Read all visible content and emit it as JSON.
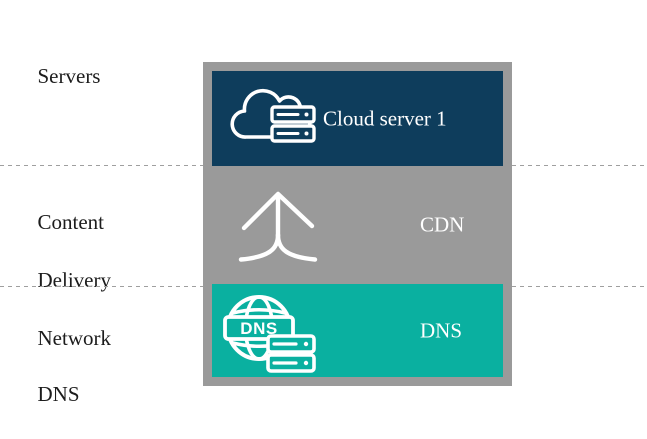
{
  "diagram": {
    "row_labels": [
      {
        "id": "servers",
        "lines": [
          "Servers"
        ]
      },
      {
        "id": "content-delivery-network",
        "lines": [
          "Content",
          "Delivery",
          "Network"
        ]
      },
      {
        "id": "dns",
        "lines": [
          "DNS"
        ]
      }
    ],
    "stack": [
      {
        "label": "Cloud server 1",
        "icon": "cloud-server-icon",
        "color": "#0e3d5c"
      },
      {
        "label": "CDN",
        "icon": "merge-arrow-icon",
        "color": "#9a9a9a"
      },
      {
        "label": "DNS",
        "icon": "globe-dns-icon",
        "color": "#0ab0a0"
      }
    ],
    "icons": {
      "globe_badge_text": "DNS"
    },
    "colors": {
      "server_box": "#0e3d5c",
      "container_gray": "#9a9a9a",
      "dns_box": "#0ab0a0",
      "divider": "#9f9f9f",
      "row_label_text": "#1c1c1c",
      "box_label_text": "#ffffff"
    }
  }
}
